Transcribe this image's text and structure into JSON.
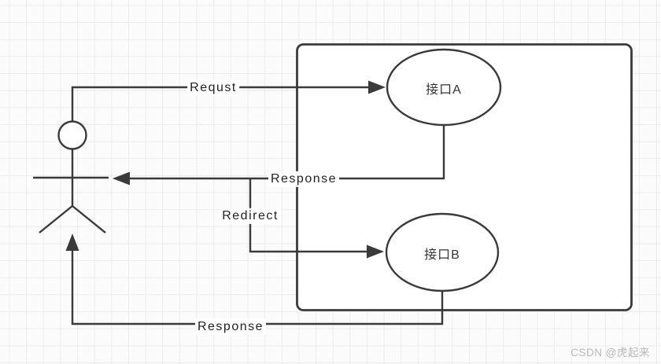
{
  "diagram": {
    "title": "redirect-flow-diagram",
    "actor": {
      "name": "user-actor"
    },
    "container": {
      "name": "system-boundary"
    },
    "nodes": [
      {
        "id": "interface-a",
        "label": "接口A",
        "shape": "ellipse"
      },
      {
        "id": "interface-b",
        "label": "接口B",
        "shape": "ellipse"
      }
    ],
    "edges": [
      {
        "id": "request",
        "label": "Requst",
        "from": "user-actor",
        "to": "interface-a"
      },
      {
        "id": "response-top",
        "label": "Response",
        "from": "interface-a",
        "to": "user-actor"
      },
      {
        "id": "redirect",
        "label": "Redirect",
        "from": "response-top",
        "to": "interface-b"
      },
      {
        "id": "response-bottom",
        "label": "Response",
        "from": "interface-b",
        "to": "user-actor"
      }
    ]
  },
  "colors": {
    "line": "#3a3a3a",
    "label_text": "#222222",
    "shape_fill": "#ffffff",
    "grid_line": "#ececec",
    "canvas_bg": "#fbfbfb",
    "watermark": "#b9b9b9"
  },
  "watermark": {
    "text": "CSDN @虎起来"
  }
}
